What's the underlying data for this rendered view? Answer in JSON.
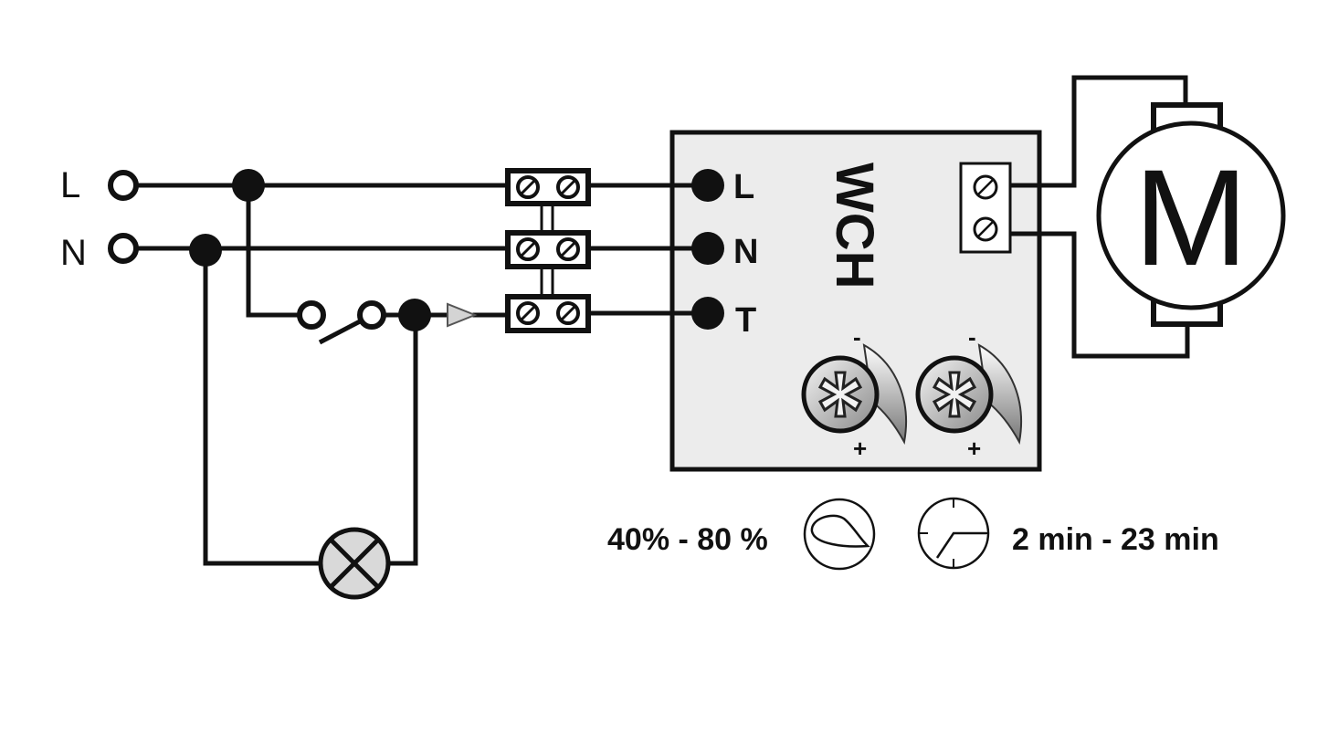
{
  "inputs": {
    "line_label": "L",
    "neutral_label": "N"
  },
  "module": {
    "name": "WCH",
    "terminal_l": "L",
    "terminal_n": "N",
    "terminal_t": "T",
    "pot_minus": "-",
    "pot_plus": "+",
    "background": "#ececec"
  },
  "motor": {
    "label": "M"
  },
  "settings": {
    "humidity_range": "40% - 80 %",
    "time_range": "2 min - 23 min",
    "humidity_icon": "humidity-drop-icon",
    "time_icon": "clock-icon"
  },
  "lamp_icon": "lamp-icon",
  "switch_icon": "switch-icon"
}
